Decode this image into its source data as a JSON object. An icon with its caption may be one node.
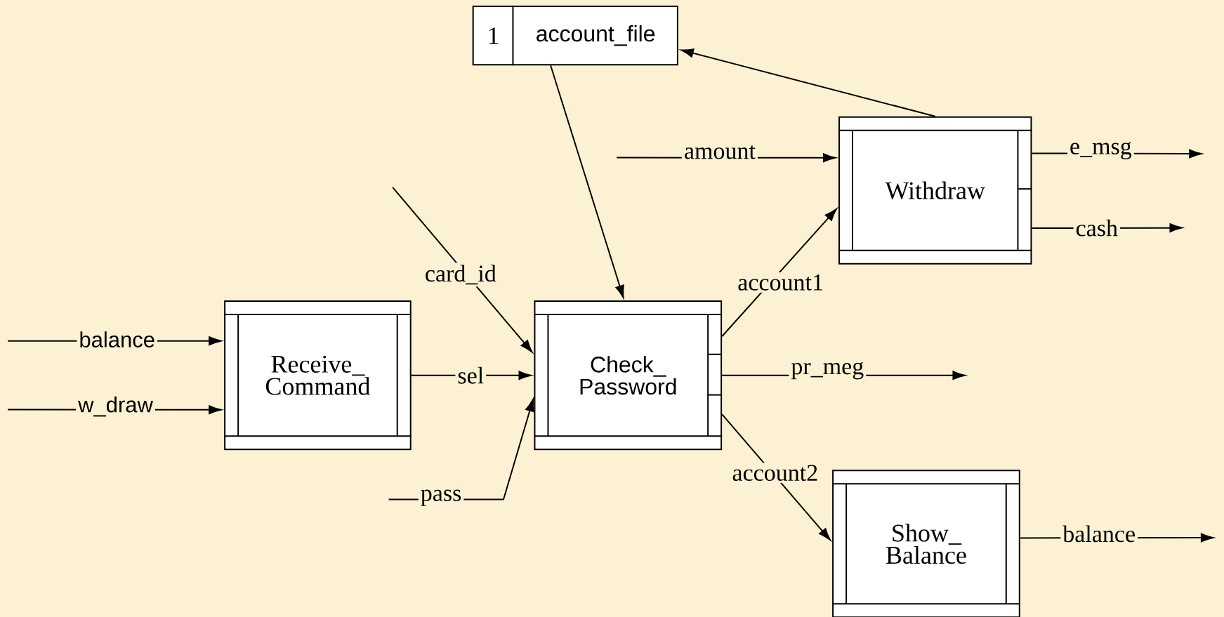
{
  "diagram": {
    "nodes": [
      {
        "text": [
          "1",
          "account_file"
        ]
      },
      {
        "text": [
          "Receive_ Command"
        ]
      },
      {
        "text": [
          "Check_ Password"
        ]
      },
      {
        "text": [
          "Withdraw"
        ]
      },
      {
        "text": [
          "Show_ Balance"
        ]
      }
    ],
    "edges": [
      {
        "from": null,
        "to": 1,
        "arrow": "to",
        "label": "balance"
      },
      {
        "from": null,
        "to": 1,
        "arrow": "to",
        "label": "w_draw"
      },
      {
        "from": 1,
        "to": 2,
        "arrow": "to",
        "label": "sel"
      },
      {
        "from": null,
        "to": 2,
        "arrow": "to",
        "label": "card_id"
      },
      {
        "from": null,
        "to": 2,
        "arrow": "to",
        "label": "pass"
      },
      {
        "from": 0,
        "to": 2,
        "arrow": "to"
      },
      {
        "from": 3,
        "to": 0,
        "arrow": "to"
      },
      {
        "from": null,
        "to": 3,
        "arrow": "to",
        "label": "amount"
      },
      {
        "from": 2,
        "to": 3,
        "arrow": "to",
        "label": "account1"
      },
      {
        "from": 2,
        "to": null,
        "arrow": "to",
        "label": "pr_meg"
      },
      {
        "from": 2,
        "to": 4,
        "arrow": "to",
        "label": "account2"
      },
      {
        "from": 3,
        "to": null,
        "arrow": "to",
        "label": "e_msg"
      },
      {
        "from": 3,
        "to": null,
        "arrow": "to",
        "label": "cash"
      },
      {
        "from": 4,
        "to": null,
        "arrow": "to",
        "label": "balance"
      }
    ]
  }
}
